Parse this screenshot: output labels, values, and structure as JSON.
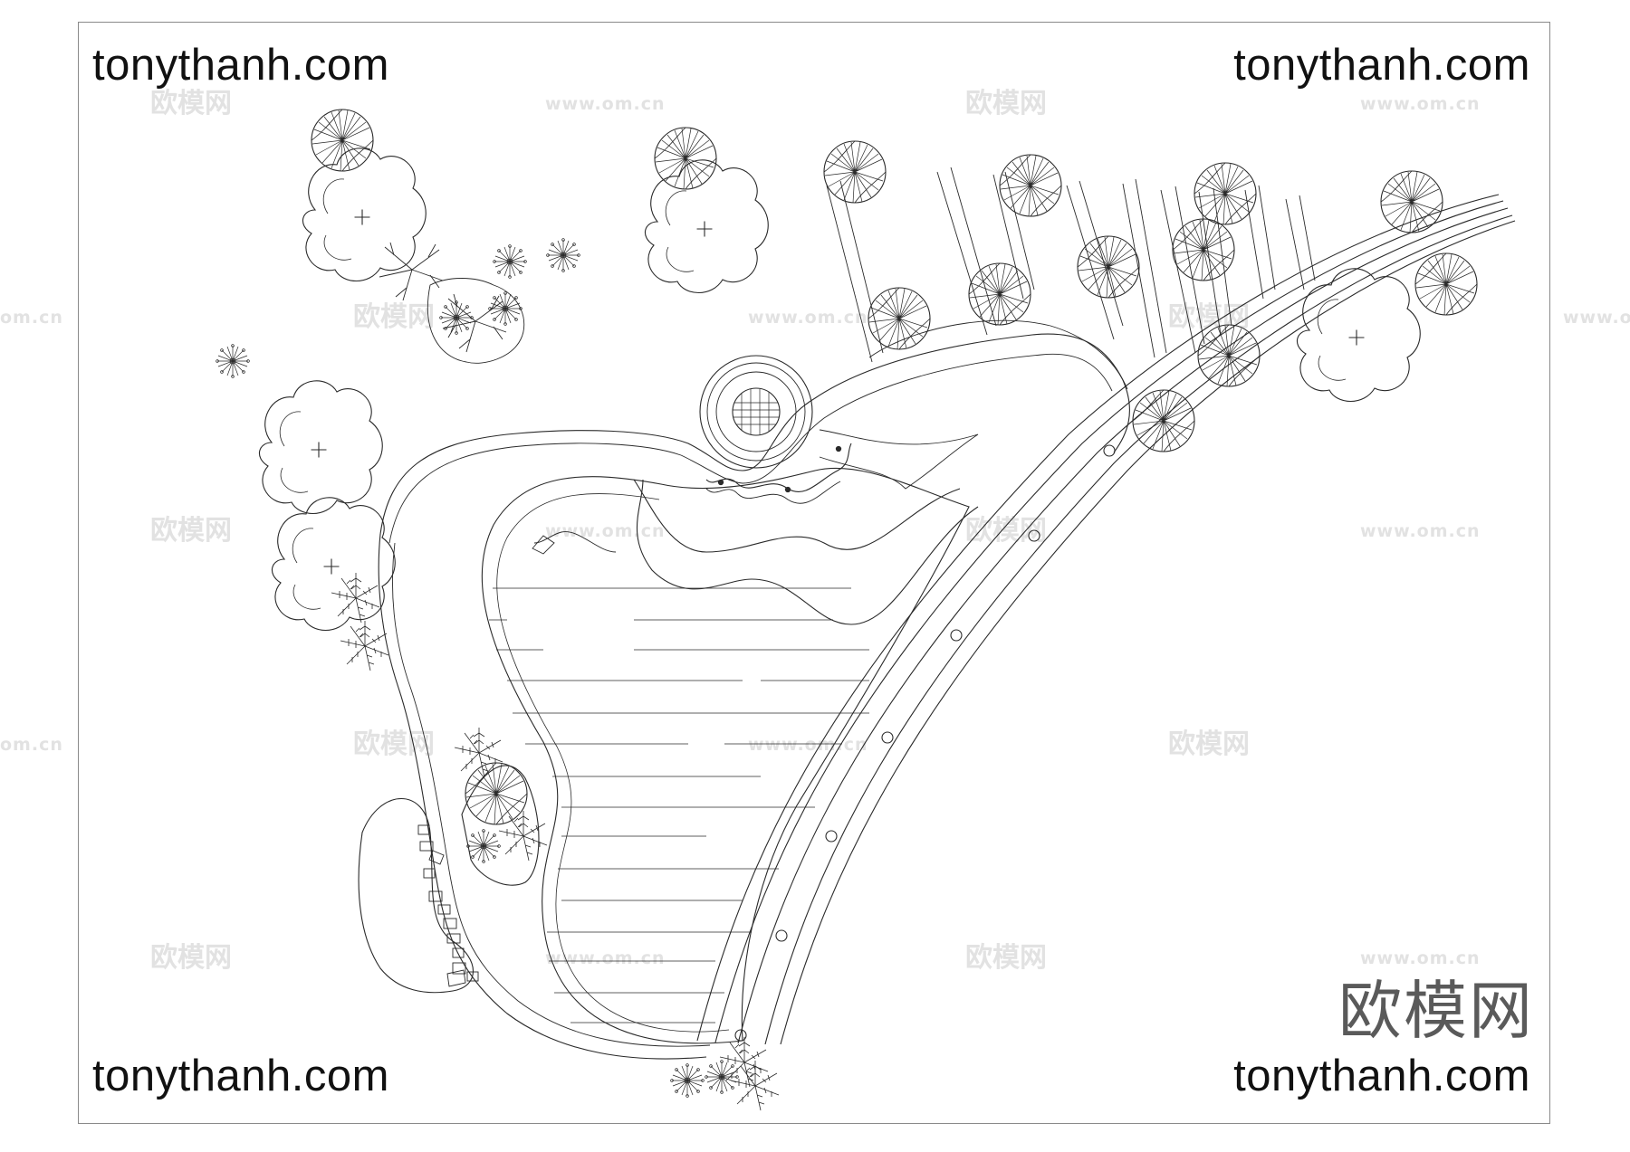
{
  "drawing": {
    "corner_labels": {
      "top_left": "tonythanh.com",
      "top_right": "tonythanh.com",
      "bottom_left": "tonythanh.com",
      "bottom_right": "tonythanh.com"
    },
    "brand_logo_text": "欧模网",
    "watermark_cn": "欧模网",
    "watermark_url": "www.om.cn",
    "watermark_url_edge": "om.cn"
  },
  "colors": {
    "line": "#2a2a2a",
    "frame": "#8a8a8a",
    "watermark": "#e2e2e2",
    "text": "#111111"
  },
  "icons": [
    "tree-canopy-icon",
    "pine-tree-icon",
    "palm-tree-icon",
    "shrub-icon",
    "fountain-icon"
  ]
}
